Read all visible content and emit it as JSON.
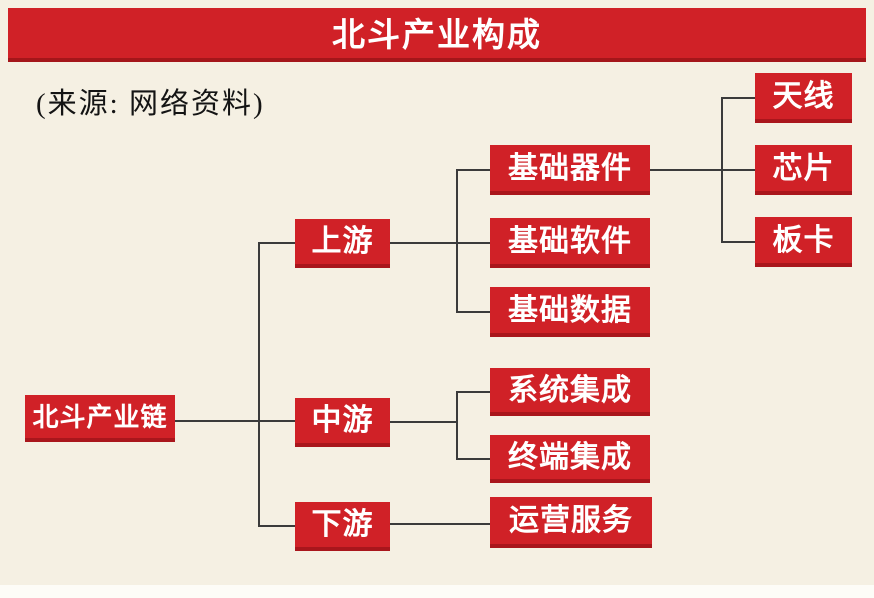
{
  "header": {
    "title": "北斗产业构成"
  },
  "source_note": "(来源: 网络资料)",
  "colors": {
    "accent_red": "#d02127",
    "dark_red_edge": "#a5161c",
    "background": "#f5f0e3",
    "outer_background": "#fdfcf7",
    "line": "#3b3b3b",
    "text_on_red": "#ffffff",
    "source_text": "#141414"
  },
  "diagram": {
    "root": {
      "label": "北斗产业链"
    },
    "levels": [
      {
        "label": "上游",
        "children": [
          {
            "label": "基础器件",
            "children": [
              {
                "label": "天线"
              },
              {
                "label": "芯片"
              },
              {
                "label": "板卡"
              }
            ]
          },
          {
            "label": "基础软件"
          },
          {
            "label": "基础数据"
          }
        ]
      },
      {
        "label": "中游",
        "children": [
          {
            "label": "系统集成"
          },
          {
            "label": "终端集成"
          }
        ]
      },
      {
        "label": "下游",
        "children": [
          {
            "label": "运营服务"
          }
        ]
      }
    ]
  }
}
